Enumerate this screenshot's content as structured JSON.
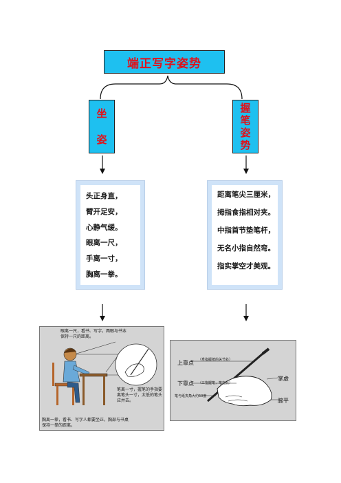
{
  "title": "端正写字姿势",
  "left_branch": {
    "label_chars": [
      "坐",
      "姿"
    ],
    "rules": [
      "头正身直，",
      "臂开足安，",
      "心静气缓。",
      "眼离一尺，",
      "手离一寸，",
      "胸离一拳。"
    ]
  },
  "right_branch": {
    "label_chars": [
      "握",
      "笔",
      "姿",
      "势"
    ],
    "rules": [
      "距离笔尖三厘米，",
      "拇指食指相对夹。",
      "中指首节垫笔杆，",
      "无名小指自然弯。",
      "指实掌空才美观。"
    ]
  },
  "left_illustration": {
    "caption_top": "眼离一尺，看书、写字，两眼与书本保持一尺的距离。",
    "caption_right": "笔离一寸，握笔的手指要离笔头一寸，太低的笔头应并去。",
    "caption_bottom": "胸离一拳，看书、写字人都要坐正，胸部与书桌保持一拳的距离。"
  },
  "right_illustration": {
    "upper_point_label": "上靠点",
    "upper_point_note": "（拿指握按的关节处）",
    "lower_point_label": "下靠点",
    "lower_point_note": "（三指握笔，笔在此）",
    "palm_label": "掌虚",
    "wrist_label": "腕平",
    "angle_note": "笔与纸夹角大约50度"
  }
}
